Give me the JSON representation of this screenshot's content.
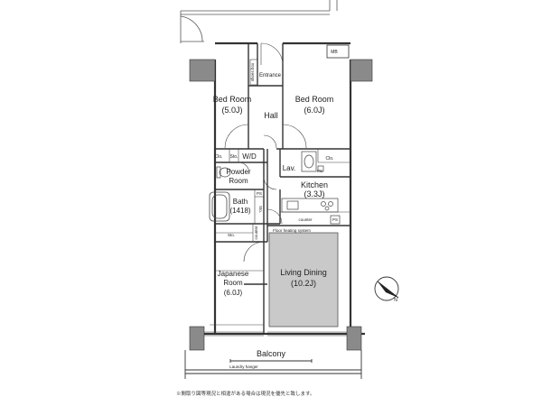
{
  "floorplan": {
    "rooms": {
      "bed_room_left": {
        "name": "Bed Room",
        "size": "(5.0J)"
      },
      "bed_room_right": {
        "name": "Bed Room",
        "size": "(6.0J)"
      },
      "entrance": "Entrance",
      "shoe_box": "shoes box",
      "hall": "Hall",
      "mb": "MB",
      "clo_left": "Clo.",
      "sto_small": "Sto.",
      "wd": "W/D",
      "lav": "Lav.",
      "clo_right": "Clo.",
      "powder_room": {
        "line1": "Powder",
        "line2": "Room"
      },
      "ps_top": "PS",
      "kitchen": {
        "name": "Kitchen",
        "size": "(3.3J)"
      },
      "bath": {
        "name": "Bath",
        "size": "(1418)"
      },
      "ps_mid": "PS",
      "sto_bath": "Sto.",
      "counter_kitchen": "counter",
      "ps_kitchen": "PS",
      "sto_lower": "Sto.",
      "counter_vertical": "counter",
      "floor_heating": "Floor heating system",
      "japanese_room": {
        "line1": "Japanese",
        "line2": "Room",
        "size": "(6.0J)"
      },
      "living_dining": {
        "name": "Living Dining",
        "size": "(10.2J)"
      },
      "balcony": "Balcony",
      "laundry_hanger": "Laundry hanger"
    },
    "compass_letter": "N",
    "footnote": "※間取り図等現況と相違がある場合は現況を優先と致します。"
  },
  "colors": {
    "wall": "#7f7f7f",
    "line": "#333333",
    "floor_heating_fill": "#c9c9c9",
    "background": "#ffffff"
  }
}
